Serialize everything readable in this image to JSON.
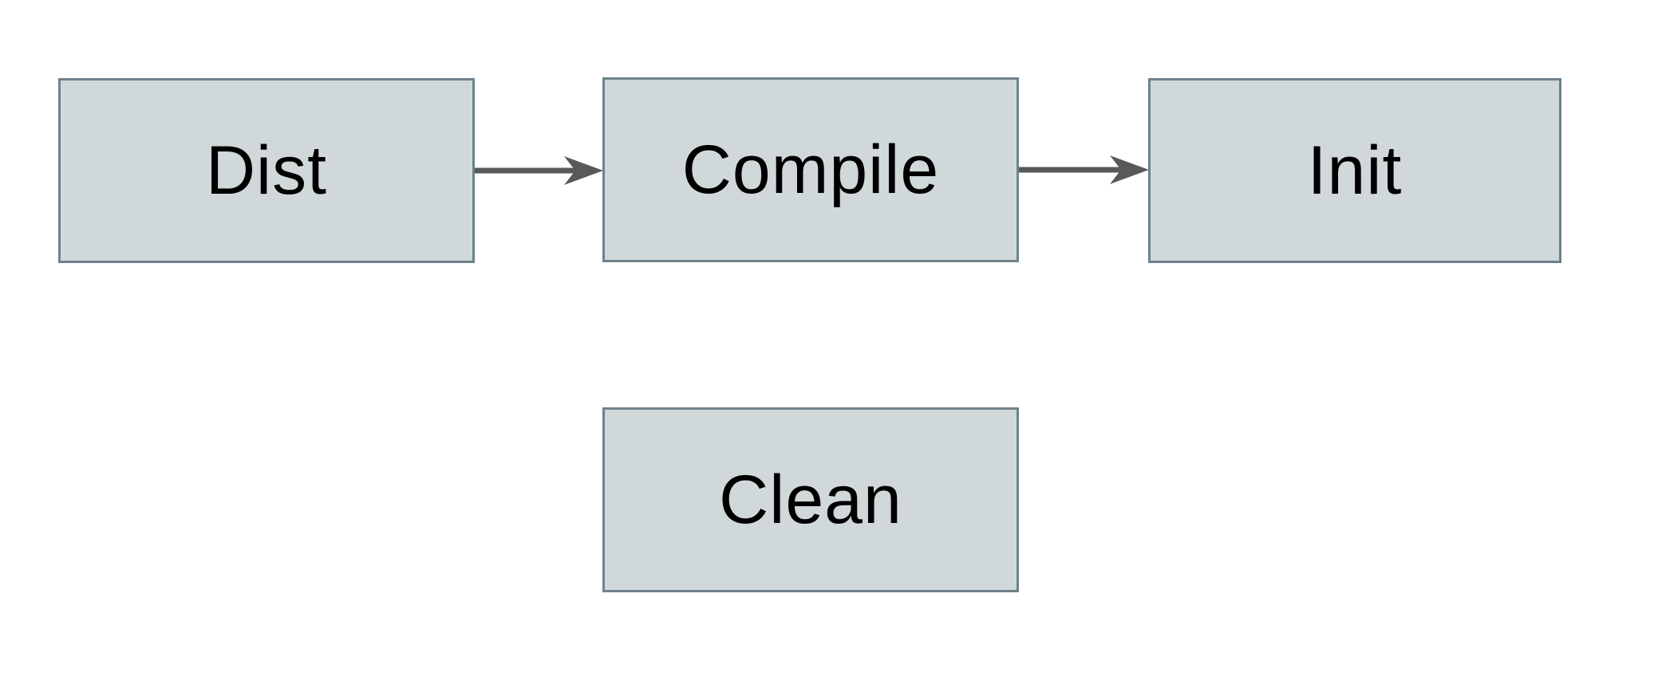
{
  "diagram": {
    "type": "flowchart",
    "nodes": [
      {
        "id": "dist",
        "label": "Dist"
      },
      {
        "id": "compile",
        "label": "Compile"
      },
      {
        "id": "init",
        "label": "Init"
      },
      {
        "id": "clean",
        "label": "Clean"
      }
    ],
    "edges": [
      {
        "from": "dist",
        "to": "compile",
        "style": "arrow-right"
      },
      {
        "from": "compile",
        "to": "init",
        "style": "arrow-right"
      }
    ]
  },
  "colors": {
    "background": "#ffffff",
    "node_fill": "#d1d8da",
    "node_border": "#6e828c",
    "arrow": "#58595b",
    "text": "#000000"
  }
}
